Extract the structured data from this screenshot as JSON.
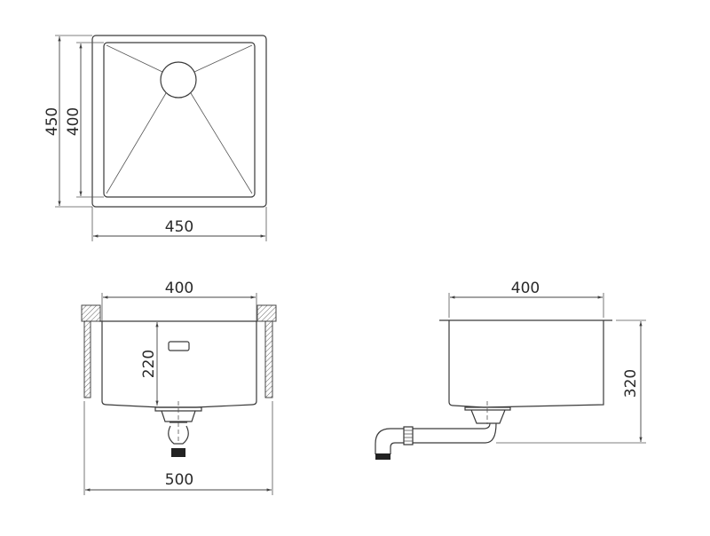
{
  "top_view": {
    "width_label": "450",
    "outer_height_label": "450",
    "inner_height_label": "400"
  },
  "front_view": {
    "inner_width_label": "400",
    "depth_label": "220",
    "cabinet_width_label": "500"
  },
  "side_view": {
    "width_label": "400",
    "height_label": "320"
  },
  "colors": {
    "line": "#3a3a3a",
    "background": "#ffffff"
  }
}
